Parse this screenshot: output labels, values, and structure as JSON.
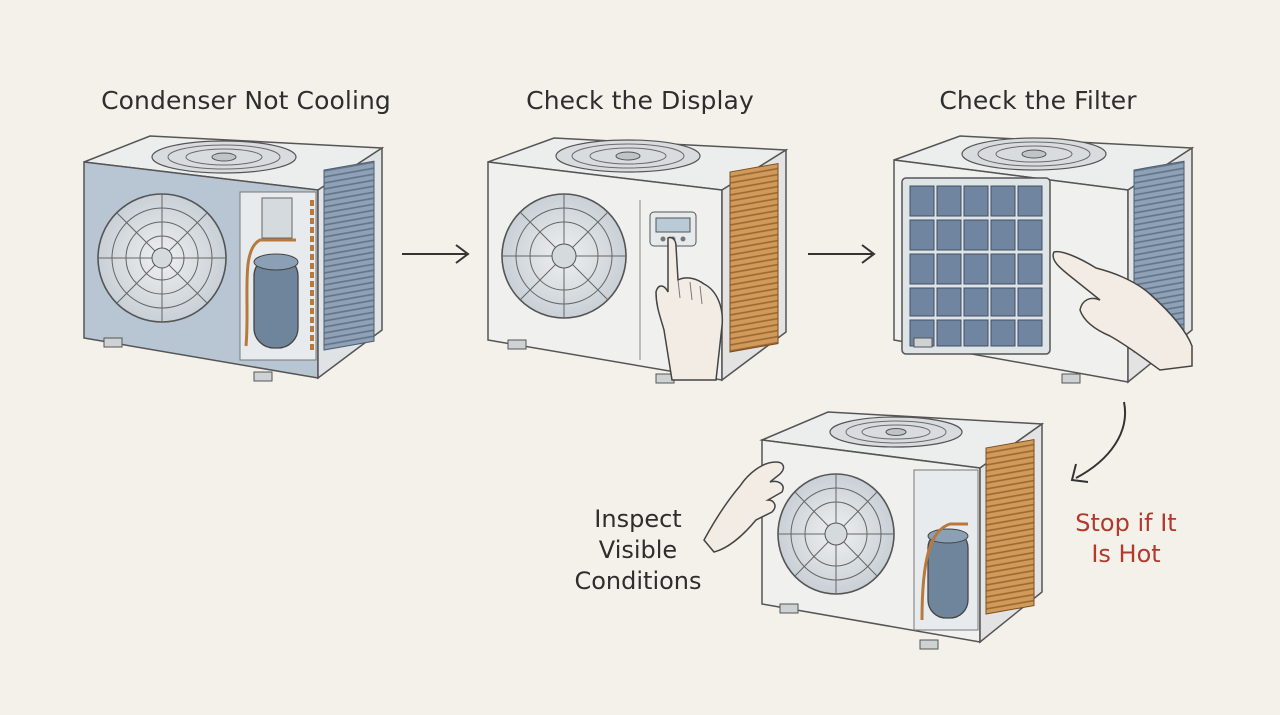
{
  "steps": [
    {
      "id": "step-1",
      "title": "Condenser Not Cooling"
    },
    {
      "id": "step-2",
      "title": "Check the Display"
    },
    {
      "id": "step-3",
      "title": "Check the Filter"
    },
    {
      "id": "step-4",
      "label": "Inspect\nVisible\nConditions"
    }
  ],
  "warning": {
    "text": "Stop if It\nIs Hot"
  },
  "colors": {
    "background": "#f4f1ea",
    "text": "#2e2e2e",
    "warning": "#b03a2e",
    "casing": "#ececea",
    "coil_blue": "#7f93a8",
    "coil_copper": "#c98f4e",
    "compressor": "#6f859b"
  },
  "icons": [
    "condenser-unit-icon",
    "arrow-right-icon",
    "curved-arrow-icon",
    "hand-icon",
    "display-panel-icon",
    "filter-grid-icon",
    "compressor-icon",
    "fan-grille-icon"
  ]
}
